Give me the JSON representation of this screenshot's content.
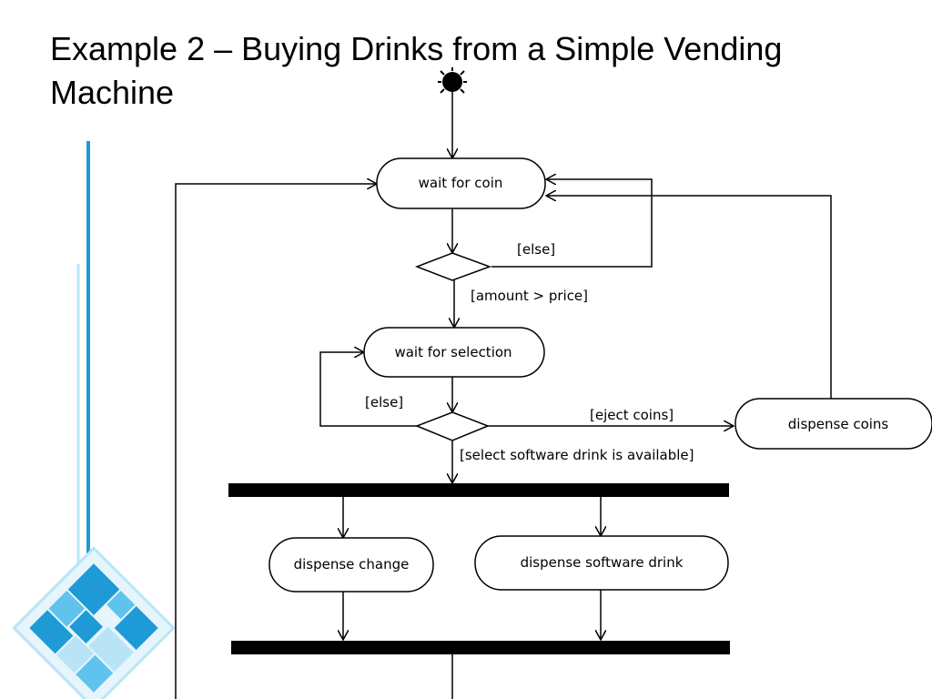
{
  "slide": {
    "title": "Example 2 – Buying Drinks from a Simple Vending Machine"
  },
  "diagram": {
    "nodes": {
      "wait_for_coin": "wait for coin",
      "wait_for_selection": "wait for selection",
      "dispense_coins": "dispense coins",
      "dispense_change": "dispense change",
      "dispense_software_drink": "dispense software drink"
    },
    "guards": {
      "coin_else": "[else]",
      "amount_gt_price": "[amount > price]",
      "selection_else": "[else]",
      "eject_coins": "[eject coins]",
      "select_available": "[select software drink is available]"
    }
  },
  "decoration": {
    "accent_color": "#1e9ad6",
    "logo_colors": [
      "#1e9ad6",
      "#5fc3ee",
      "#b9e4f7"
    ]
  }
}
